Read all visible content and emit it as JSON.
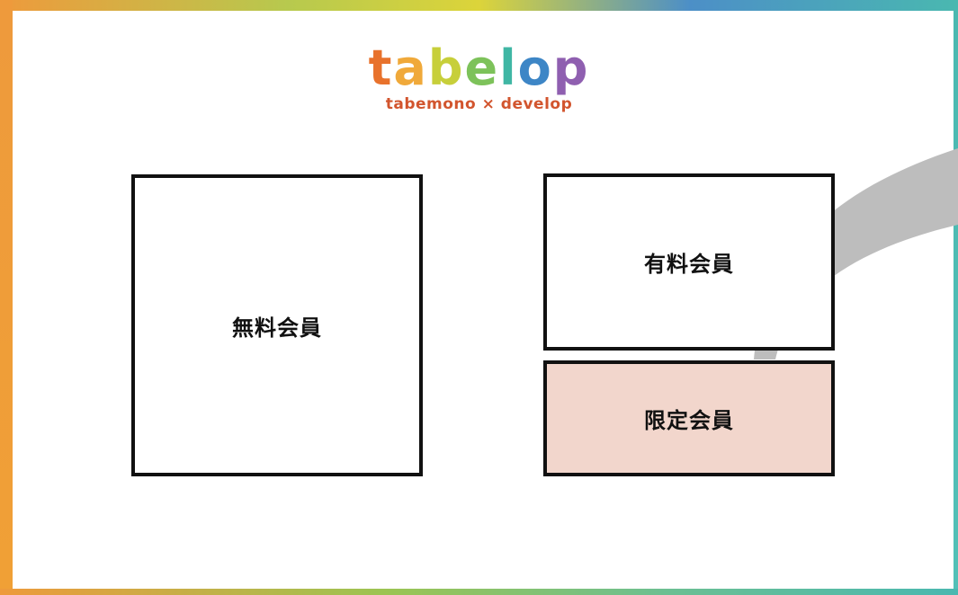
{
  "logo": {
    "word_letters": [
      {
        "ch": "t",
        "color": "#e8722c"
      },
      {
        "ch": "a",
        "color": "#f0a93a"
      },
      {
        "ch": "b",
        "color": "#c7cf3a"
      },
      {
        "ch": "e",
        "color": "#7dc25a"
      },
      {
        "ch": "l",
        "color": "#3fb6a4"
      },
      {
        "ch": "o",
        "color": "#3d86c6"
      },
      {
        "ch": "p",
        "color": "#8f5fb0"
      }
    ],
    "word": "tabelop",
    "subtitle": "tabemono × develop",
    "subtitle_color": "#d2552e"
  },
  "boxes": {
    "free": {
      "label": "無料会員"
    },
    "paid": {
      "label": "有料会員"
    },
    "limited": {
      "label": "限定会員",
      "fill": "#f2d6cc"
    }
  },
  "arrow": {
    "color": "#bdbdbd"
  }
}
